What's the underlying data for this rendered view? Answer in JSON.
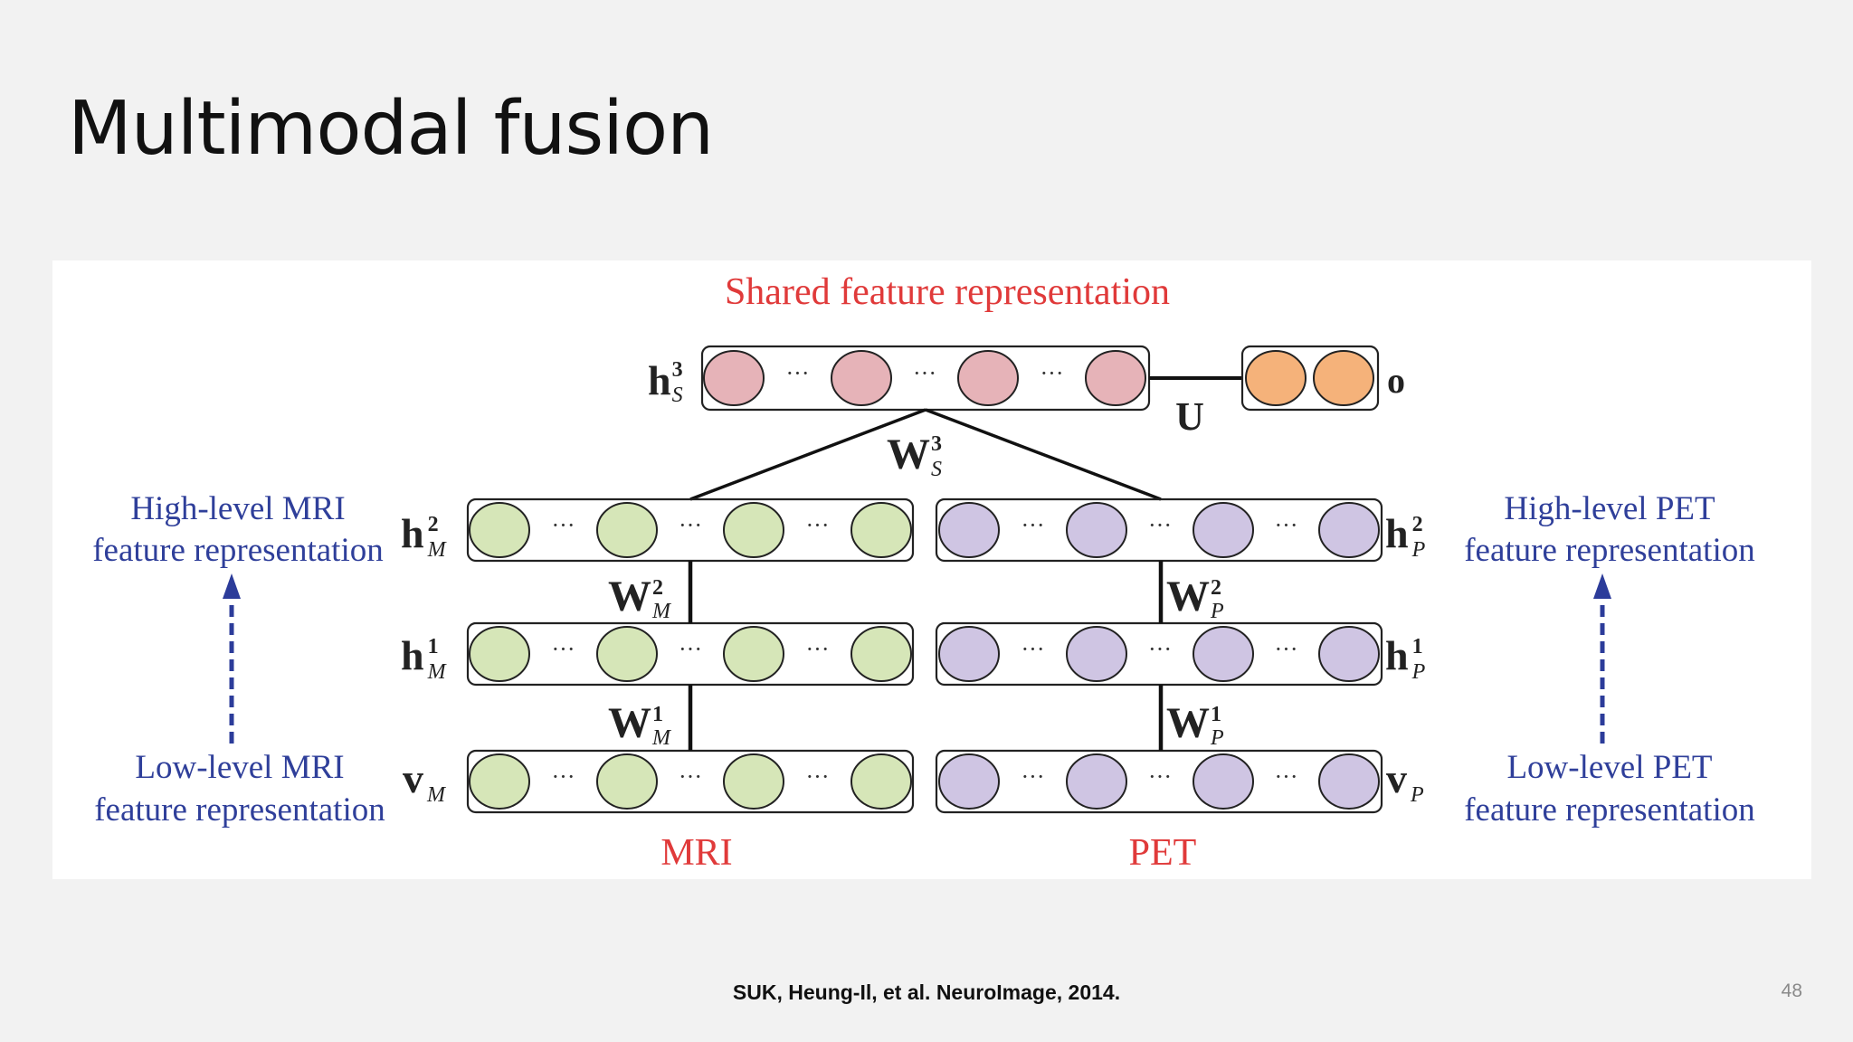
{
  "slide": {
    "title": "Multimodal fusion",
    "citation": "SUK, Heung-Il, et al. NeuroImage, 2014.",
    "page_number": "48"
  },
  "diagram": {
    "shared_caption": "Shared feature representation",
    "output_label": "o",
    "U_label": "U",
    "mri_caption": "MRI",
    "pet_caption": "PET",
    "mri_high_label": [
      "High-level MRI",
      "feature representation"
    ],
    "mri_low_label": [
      "Low-level MRI",
      "feature representation"
    ],
    "pet_high_label": [
      "High-level PET",
      "feature representation"
    ],
    "pet_low_label": [
      "Low-level PET",
      "feature representation"
    ],
    "ellipsis": "···",
    "layer_symbols": {
      "hS3": {
        "base": "h",
        "sup": "3",
        "sub": "S"
      },
      "WS3": {
        "base": "W",
        "sup": "3",
        "sub": "S"
      },
      "hM2": {
        "base": "h",
        "sup": "2",
        "sub": "M"
      },
      "WM2": {
        "base": "W",
        "sup": "2",
        "sub": "M"
      },
      "hM1": {
        "base": "h",
        "sup": "1",
        "sub": "M"
      },
      "WM1": {
        "base": "W",
        "sup": "1",
        "sub": "M"
      },
      "vM": {
        "base": "v",
        "sub": "M"
      },
      "hP2": {
        "base": "h",
        "sup": "2",
        "sub": "P"
      },
      "WP2": {
        "base": "W",
        "sup": "2",
        "sub": "P"
      },
      "hP1": {
        "base": "h",
        "sup": "1",
        "sub": "P"
      },
      "WP1": {
        "base": "W",
        "sup": "1",
        "sub": "P"
      },
      "vP": {
        "base": "v",
        "sub": "P"
      }
    },
    "colors": {
      "shared_nodes": "#e6b3b8",
      "output_nodes": "#f5b27a",
      "mri_nodes": "#d6e6b8",
      "pet_nodes": "#cfc5e3",
      "caption_red": "#e03a3a",
      "label_blue": "#2f3f9a",
      "arrow_blue": "#2c3c9a"
    }
  }
}
